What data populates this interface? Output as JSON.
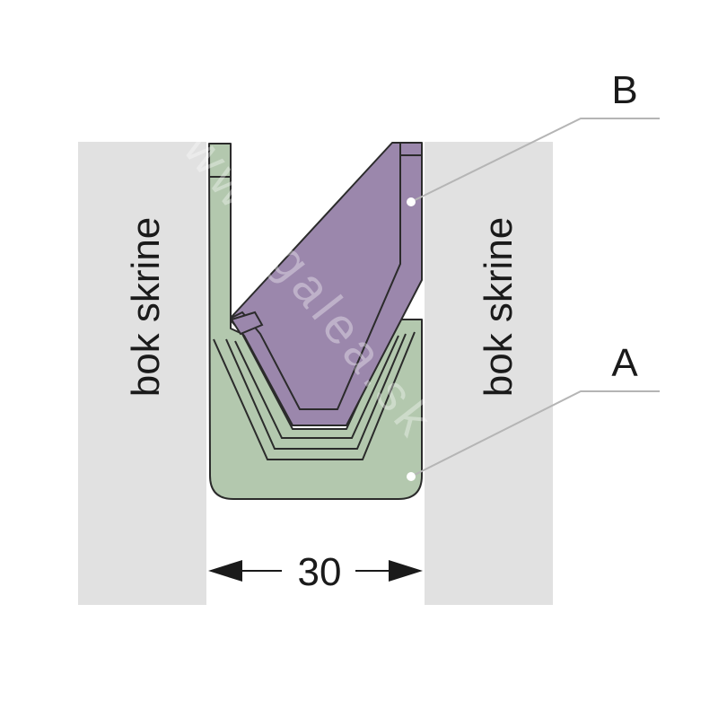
{
  "panels": {
    "left_label": "bok skrine",
    "right_label": "bok skrine"
  },
  "callouts": {
    "a_label": "A",
    "b_label": "B"
  },
  "dimension": {
    "value": "30"
  },
  "watermark": {
    "text": "www.galea.sk"
  },
  "colors": {
    "panel_fill": "#e1e1e1",
    "part_a_fill": "#b3c8ae",
    "part_b_fill": "#9b87ac",
    "outline": "#2b2b2b",
    "leader_line": "#b5b5b5"
  }
}
